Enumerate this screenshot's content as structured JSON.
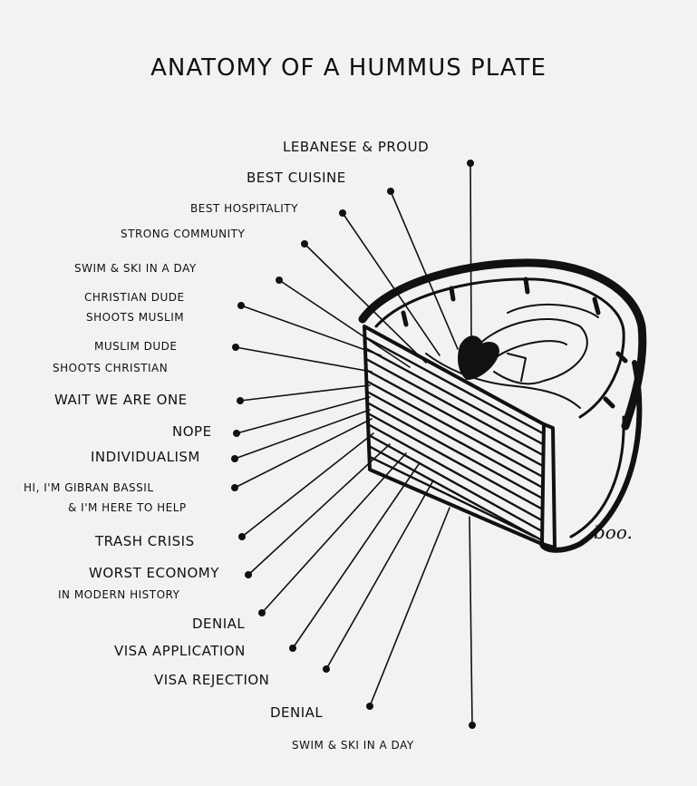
{
  "title": "ANATOMY OF A HUMMUS PLATE",
  "signature": "boo.",
  "labels": {
    "lebanese_proud": "LEBANESE & PROUD",
    "best_cuisine": "BEST CUISINE",
    "best_hospitality": "BEST HOSPITALITY",
    "strong_community": "STRONG COMMUNITY",
    "swim_ski_1": "SWIM & SKI IN A DAY",
    "christian_dude_1": "CHRISTIAN DUDE",
    "christian_dude_2": "SHOOTS MUSLIM",
    "muslim_dude_1": "MUSLIM DUDE",
    "muslim_dude_2": "SHOOTS CHRISTIAN",
    "wait_we_are_one": "WAIT WE ARE ONE",
    "nope": "NOPE",
    "individualism": "INDIVIDUALISM",
    "gibran_1": "HI, I'M GIBRAN BASSIL",
    "gibran_2": "& I'M HERE TO HELP",
    "trash_crisis": "TRASH CRISIS",
    "worst_economy_1": "WORST ECONOMY",
    "worst_economy_2": "IN MODERN HISTORY",
    "denial_1": "DENIAL",
    "visa_application": "VISA APPLICATION",
    "visa_rejection": "VISA REJECTION",
    "denial_2": "DENIAL",
    "swim_ski_2": "SWIM & SKI IN A DAY"
  }
}
